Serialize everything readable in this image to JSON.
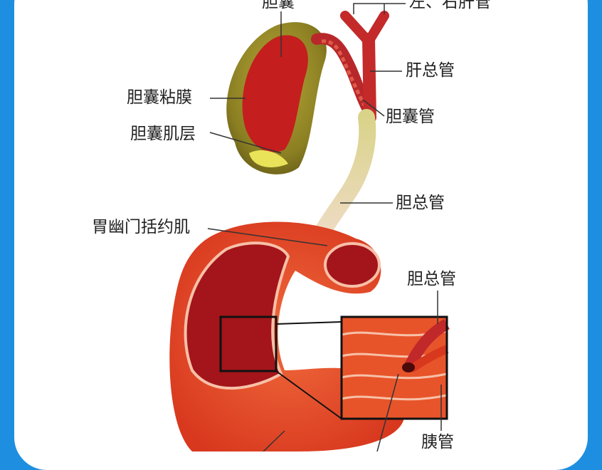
{
  "labels": {
    "gallbladder": "胆囊",
    "hepatic_ducts": "左、右肝管",
    "common_hepatic_duct": "肝总管",
    "gallbladder_mucosa": "胆囊粘膜",
    "cystic_duct": "胆囊管",
    "gallbladder_muscle": "胆囊肌层",
    "common_bile_duct": "胆总管",
    "pyloric_sphincter": "胃幽门括约肌",
    "common_bile_duct_inset": "胆总管",
    "pancreatic_duct": "胰管"
  },
  "colors": {
    "background": "#1e8ee0",
    "panel": "#ffffff",
    "organ_red": "#c41e1e",
    "organ_outer": "#e8452a",
    "bile_green": "#9a9a2a"
  }
}
